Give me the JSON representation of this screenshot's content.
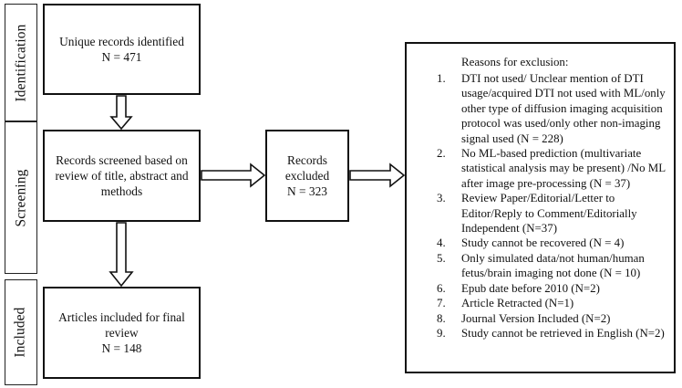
{
  "phases": {
    "identification": "Identification",
    "screening": "Screening",
    "included": "Included"
  },
  "identified": {
    "line1": "Unique records identified",
    "line2": "N =  471"
  },
  "screened": {
    "line1": "Records screened based on",
    "line2": "review of title, abstract and",
    "line3": "methods"
  },
  "excluded": {
    "line1": "Records",
    "line2": "excluded",
    "line3": "N =  323"
  },
  "included": {
    "line1": "Articles included for final",
    "line2": "review",
    "line3": "N = 148"
  },
  "reasons": {
    "title": "Reasons for exclusion:",
    "items": [
      {
        "num": "1.",
        "lines": [
          "DTI not used/ Unclear mention of DTI",
          "usage/acquired DTI not used with ML/only",
          "other type of diffusion imaging acquisition",
          "protocol was used/only other non-imaging",
          "signal used (N = 228)"
        ]
      },
      {
        "num": "2.",
        "lines": [
          "No ML-based prediction (multivariate",
          "statistical analysis may be present) /No ML",
          "after image pre-processing (N = 37)"
        ]
      },
      {
        "num": "3.",
        "lines": [
          "Review Paper/Editorial/Letter to",
          "Editor/Reply to Comment/Editorially",
          "Independent (N=37)"
        ]
      },
      {
        "num": "4.",
        "lines": [
          "Study cannot be recovered  (N = 4)"
        ]
      },
      {
        "num": "5.",
        "lines": [
          "Only simulated data/not human/human",
          "fetus/brain imaging not done (N = 10)"
        ]
      },
      {
        "num": "6.",
        "lines": [
          "Epub date before 2010 (N=2)"
        ]
      },
      {
        "num": "7.",
        "lines": [
          "Article Retracted (N=1)"
        ]
      },
      {
        "num": "8.",
        "lines": [
          "Journal Version Included (N=2)"
        ]
      },
      {
        "num": "9.",
        "lines": [
          "Study cannot be retrieved in English (N=2)"
        ]
      }
    ]
  }
}
